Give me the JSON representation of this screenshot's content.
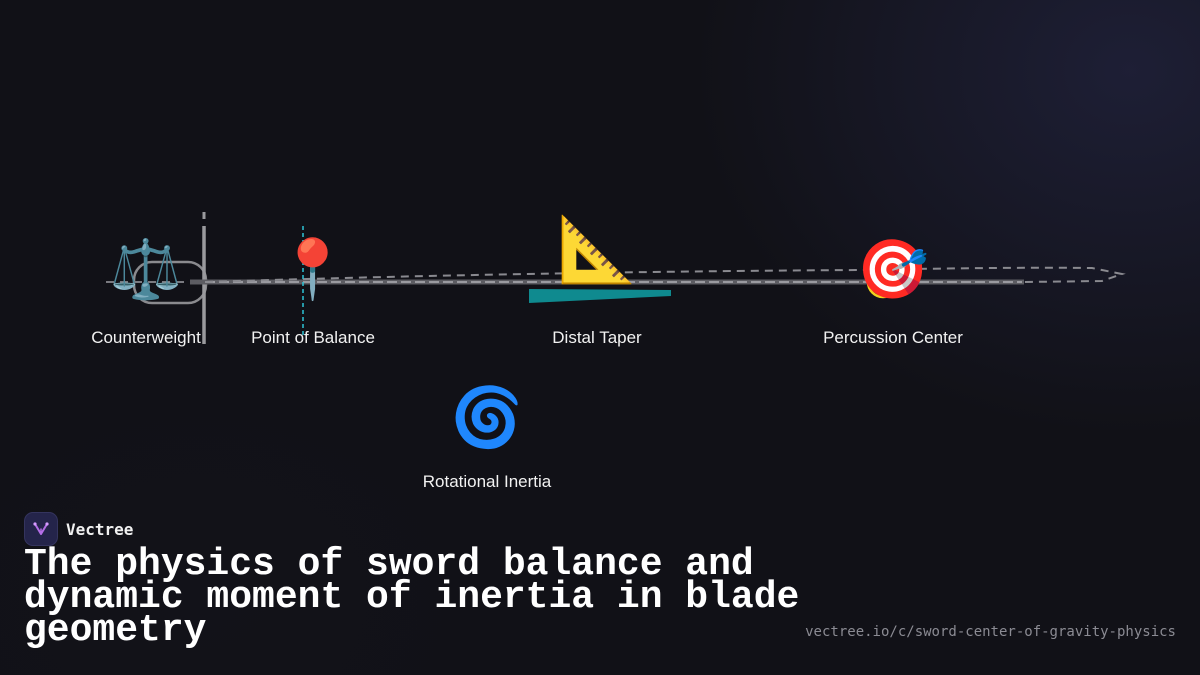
{
  "brand": {
    "name": "Vectree",
    "logo_icon": "vectree-logo-icon",
    "accent": "#b46ee6"
  },
  "title": "The physics of sword balance and dynamic moment of inertia in blade geometry",
  "url": "vectree.io/c/sword-center-of-gravity-physics",
  "diagram": {
    "nodes": [
      {
        "id": "counterweight",
        "label": "Counterweight",
        "icon": "⚖️",
        "icon_name": "balance-scale-icon"
      },
      {
        "id": "point-of-balance",
        "label": "Point of Balance",
        "icon": "📍",
        "icon_name": "round-pushpin-icon"
      },
      {
        "id": "distal-taper",
        "label": "Distal Taper",
        "icon": "📐",
        "icon_name": "triangular-ruler-icon"
      },
      {
        "id": "percussion-center",
        "label": "Percussion Center",
        "icon": "🎯",
        "icon_name": "bullseye-target-icon"
      },
      {
        "id": "rotational-inertia",
        "label": "Rotational Inertia",
        "icon": "🌀",
        "icon_name": "cyclone-spiral-icon"
      }
    ],
    "colors": {
      "blade": "#8a8a8e",
      "guard": "#9a9a9e",
      "balance_line": "#2ec4d6",
      "taper_wedge": "#0f8a8f",
      "percussion_ring": "#f2d21e"
    }
  }
}
